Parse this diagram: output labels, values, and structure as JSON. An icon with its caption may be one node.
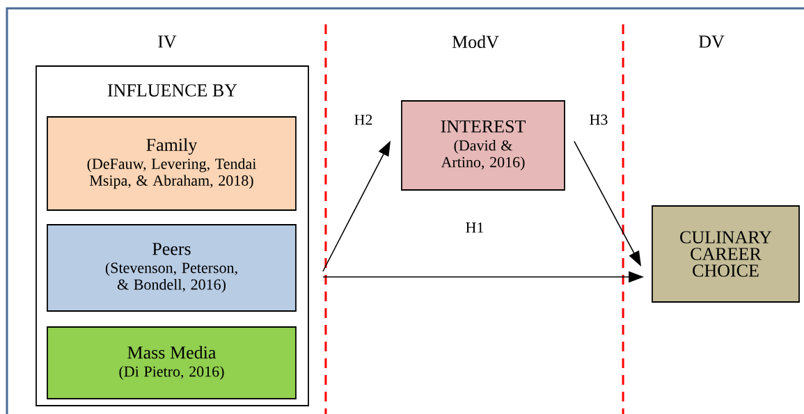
{
  "diagram": {
    "nodes": [
      {
        "text": [
          "INFLUENCE BY"
        ]
      },
      {
        "text": [
          "Family",
          "(DeFauw, Levering, Tendai Msipa, & Abraham, 2018)"
        ],
        "in": 0
      },
      {
        "text": [
          "Peers",
          "(Stevenson, Peterson, & Bondell, 2016)"
        ],
        "in": 0
      },
      {
        "text": [
          "Mass Media",
          "(Di Pietro, 2016)"
        ],
        "in": 0
      },
      {
        "text": [
          "INTEREST",
          "(David & Artino, 2016)"
        ]
      },
      {
        "text": [
          "CULINARY CAREER CHOICE"
        ]
      }
    ],
    "edges": [
      {
        "from": 0,
        "to": 4,
        "arrow": "to",
        "label": "H2"
      },
      {
        "from": 4,
        "to": 5,
        "arrow": "to",
        "label": "H3"
      },
      {
        "from": 0,
        "to": 5,
        "arrow": "to",
        "label": "H1"
      }
    ],
    "labels": [
      "IV",
      "ModV",
      "DV"
    ]
  }
}
